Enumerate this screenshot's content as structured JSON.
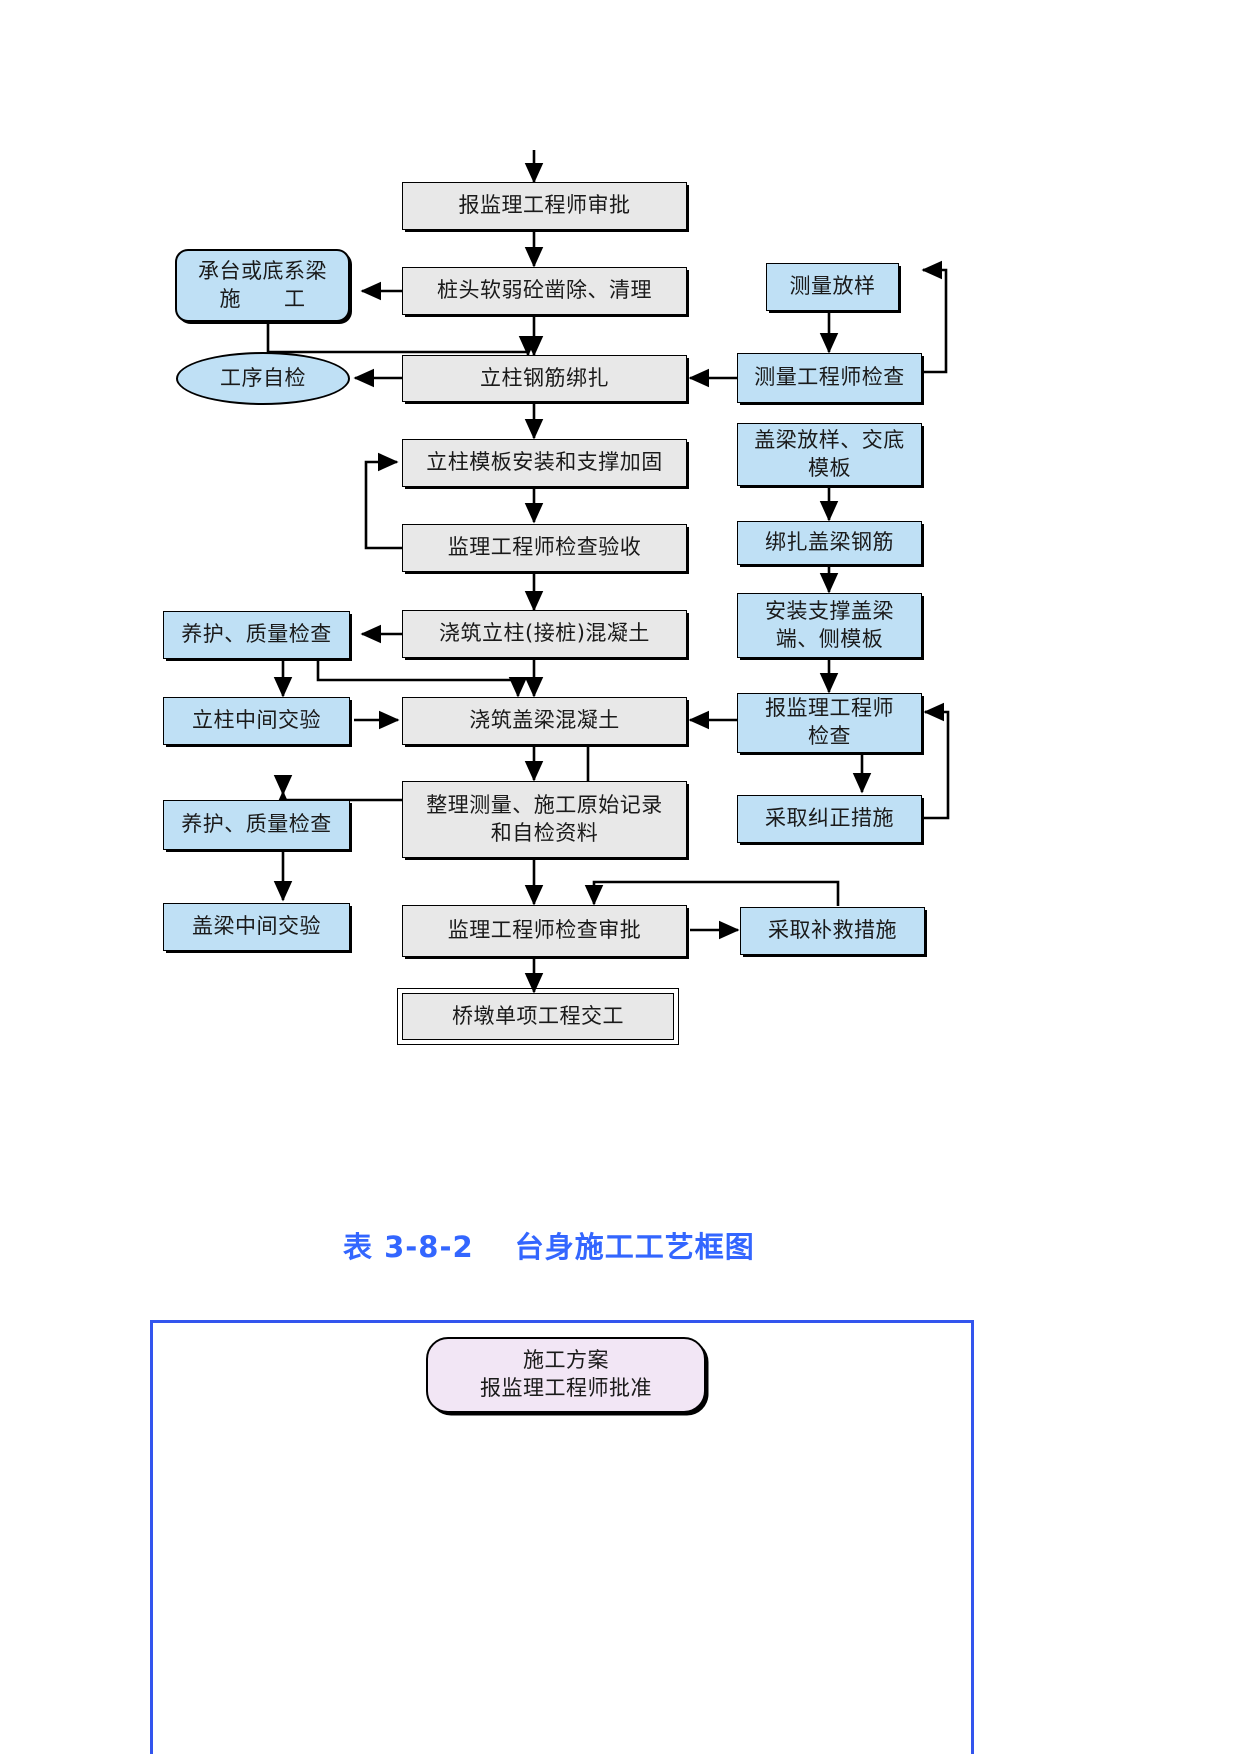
{
  "document": {
    "type": "construction-process-flowchart",
    "language": "zh-CN"
  },
  "colors": {
    "grey_fill": "#e8e8e8",
    "blue_fill": "#bfe0f5",
    "pink_fill": "#f2e6f5",
    "outline": "#000000",
    "title_blue": "#3366ff",
    "frame_blue": "#3355ee"
  },
  "flowchart": {
    "name": "pier-construction-process",
    "nodes": [
      {
        "id": "n01",
        "label": "报监理工程师审批",
        "shape": "rect-grey"
      },
      {
        "id": "n02",
        "label": "桩头软弱砼凿除、清理",
        "shape": "rect-grey"
      },
      {
        "id": "n03",
        "label": "承台或底系梁\n施　　工",
        "shape": "round-blue"
      },
      {
        "id": "n04",
        "label": "测量放样",
        "shape": "rect-blue"
      },
      {
        "id": "n05",
        "label": "工序自检",
        "shape": "ellipse-blue"
      },
      {
        "id": "n06",
        "label": "立柱钢筋绑扎",
        "shape": "rect-grey"
      },
      {
        "id": "n07",
        "label": "测量工程师检查",
        "shape": "rect-blue"
      },
      {
        "id": "n08",
        "label": "立柱模板安装和支撑加固",
        "shape": "rect-grey"
      },
      {
        "id": "n09",
        "label": "盖梁放样、交底\n模板",
        "shape": "rect-blue"
      },
      {
        "id": "n10",
        "label": "监理工程师检查验收",
        "shape": "rect-grey"
      },
      {
        "id": "n11",
        "label": "绑扎盖梁钢筋",
        "shape": "rect-blue"
      },
      {
        "id": "n12",
        "label": "养护、质量检查",
        "shape": "rect-blue"
      },
      {
        "id": "n13",
        "label": "浇筑立柱(接桩)混凝土",
        "shape": "rect-grey"
      },
      {
        "id": "n14",
        "label": "安装支撑盖梁\n端、侧模板",
        "shape": "rect-blue"
      },
      {
        "id": "n15",
        "label": "立柱中间交验",
        "shape": "rect-blue"
      },
      {
        "id": "n16",
        "label": "浇筑盖梁混凝土",
        "shape": "rect-grey"
      },
      {
        "id": "n17",
        "label": "报监理工程师\n检查",
        "shape": "rect-blue"
      },
      {
        "id": "n18",
        "label": "养护、质量检查",
        "shape": "rect-blue"
      },
      {
        "id": "n19",
        "label": "整理测量、施工原始记录\n和自检资料",
        "shape": "rect-grey"
      },
      {
        "id": "n20",
        "label": "采取纠正措施",
        "shape": "rect-blue"
      },
      {
        "id": "n21",
        "label": "盖梁中间交验",
        "shape": "rect-blue"
      },
      {
        "id": "n22",
        "label": "监理工程师检查审批",
        "shape": "rect-grey"
      },
      {
        "id": "n23",
        "label": "采取补救措施",
        "shape": "rect-blue"
      },
      {
        "id": "n24",
        "label": "桥墩单项工程交工",
        "shape": "final-box"
      }
    ]
  },
  "section_title": {
    "text": "表 3-8-2　 台身施工工艺框图"
  },
  "second_chart": {
    "nodes": [
      {
        "id": "m01",
        "label": "施工方案\n报监理工程师批准",
        "shape": "round-pink"
      }
    ]
  }
}
